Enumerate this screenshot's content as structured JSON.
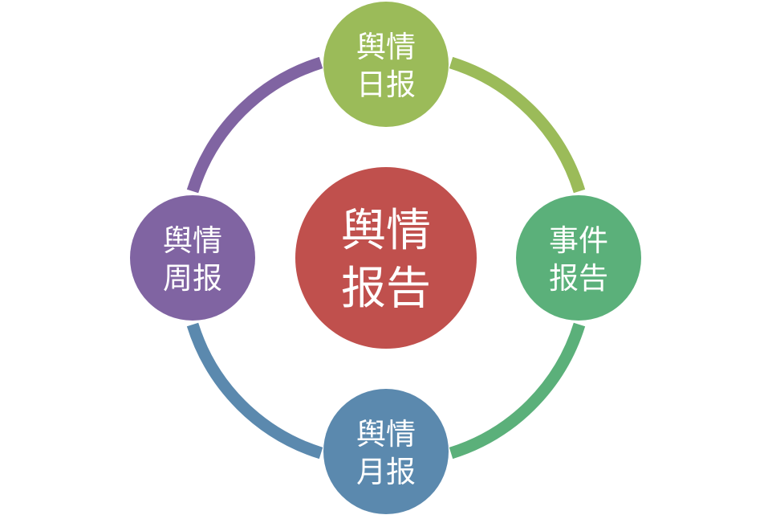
{
  "colors": {
    "center": "#C0504D",
    "top": "#9BBB59",
    "right": "#5BB07A",
    "bottom": "#5B89AE",
    "left": "#8064A2",
    "arc_top_right": "#9BBB59",
    "arc_right_bottom": "#5BB07A",
    "arc_bottom_left": "#5B89AE",
    "arc_left_top": "#8064A2"
  },
  "center": {
    "line1": "舆情",
    "line2": "报告"
  },
  "nodes": {
    "top": {
      "line1": "舆情",
      "line2": "日报"
    },
    "right": {
      "line1": "事件",
      "line2": "报告"
    },
    "bottom": {
      "line1": "舆情",
      "line2": "月报"
    },
    "left": {
      "line1": "舆情",
      "line2": "周报"
    }
  }
}
